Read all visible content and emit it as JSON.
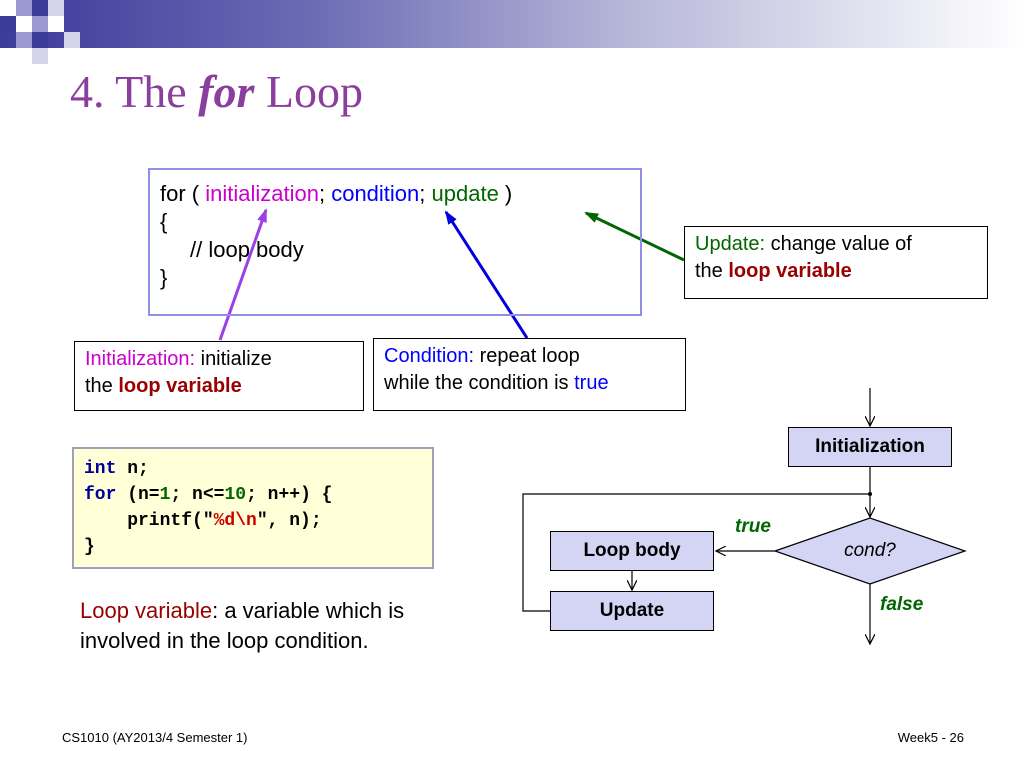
{
  "slide": {
    "title_prefix": "4. The ",
    "title_keyword": "for",
    "title_suffix": " Loop"
  },
  "syntax": {
    "line1_open": "for ( ",
    "initialization": "initialization",
    "sep1": "; ",
    "condition": "condition",
    "sep2": "; ",
    "update": "update",
    "line1_close": " )",
    "line2": "{",
    "line3": "// loop body",
    "line4": "}"
  },
  "callouts": {
    "update": {
      "term": "Update:",
      "text1": " change value of",
      "text2": "the ",
      "highlight": "loop variable"
    },
    "initialization": {
      "term": "Initialization:",
      "text1": " initialize",
      "text2": "the ",
      "highlight": "loop variable"
    },
    "condition": {
      "term": "Condition:",
      "text1": " repeat loop",
      "text2": "while the condition is ",
      "highlight": "true"
    }
  },
  "code": {
    "l1_kw": "int",
    "l1_rest": " n;",
    "l2_kw": "for",
    "l2_a": " (n=",
    "l2_n1": "1",
    "l2_b": "; n<=",
    "l2_n2": "10",
    "l2_c": "; n++) {",
    "l3_a": "    printf(\"",
    "l3_str": "%d\\n",
    "l3_b": "\", n);",
    "l4": "}"
  },
  "definition": {
    "term": "Loop variable",
    "text": ": a variable which is involved in the loop condition."
  },
  "flowchart": {
    "init_label": "Initialization",
    "cond_label": "cond?",
    "body_label": "Loop body",
    "update_label": "Update",
    "true_label": "true",
    "false_label": "false"
  },
  "footer": {
    "course": "CS1010 (AY2013/4 Semester 1)",
    "page": "Week5 - 26"
  },
  "colors": {
    "title": "#8a3e9e",
    "initialization": "#cc00cc",
    "condition": "#0000ff",
    "update": "#006600",
    "loop_variable": "#990000",
    "flow_box": "#d4d4f4",
    "code_bg": "#ffffd8"
  }
}
